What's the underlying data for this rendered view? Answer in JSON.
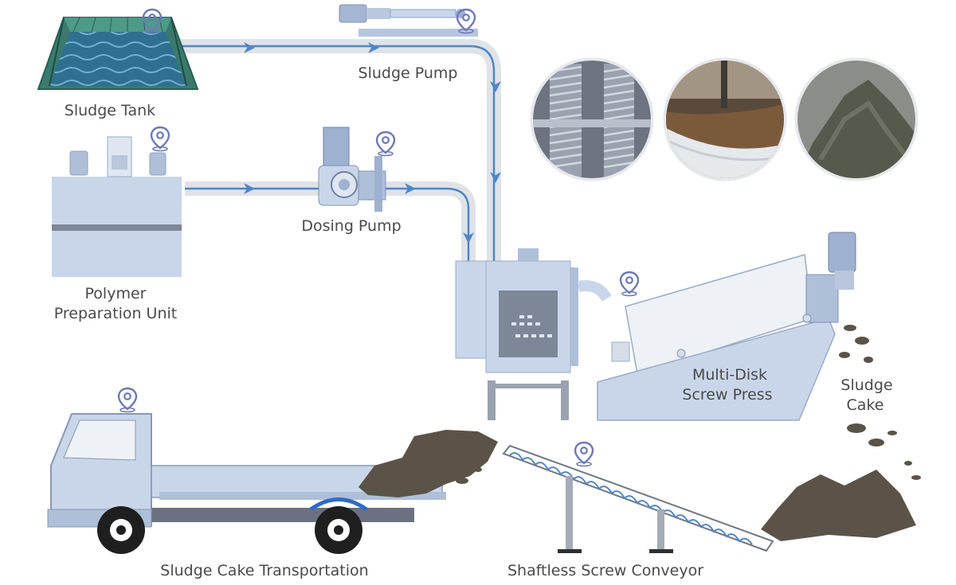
{
  "labels": {
    "sludge_tank": "Sludge Tank",
    "sludge_pump": "Sludge Pump",
    "polymer_line1": "Polymer",
    "polymer_line2": "Preparation Unit",
    "dosing_pump": "Dosing Pump",
    "press_line1": "Multi-Disk",
    "press_line2": "Screw Press",
    "cake_line1": "Sludge",
    "cake_line2": "Cake",
    "transport": "Sludge Cake Transportation",
    "conveyor": "Shaftless Screw Conveyor"
  },
  "icons": {
    "location_pin": "location-pin-icon",
    "flow_arrow": "flow-arrow-icon"
  },
  "colors": {
    "pipe_outer": "#dfe3e8",
    "pipe_inner": "#4f86c6",
    "equipment_fill": "#c9d6ea",
    "equipment_dark": "#aebfd8",
    "sludge": "#5b5348",
    "pin": "#6b79b8",
    "water": "#2f6f8f",
    "label_text": "#4a4a4a"
  }
}
